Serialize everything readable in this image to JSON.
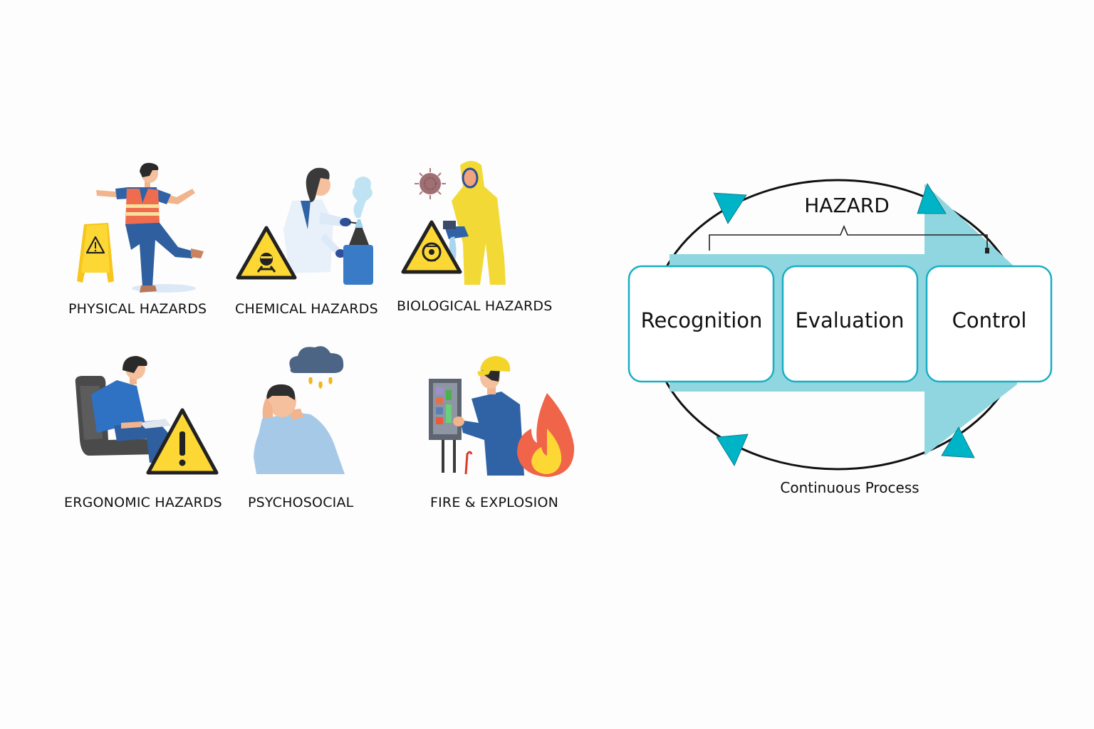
{
  "hazard_categories": [
    {
      "label": "PHYSICAL HAZARDS",
      "icon": "slipping-worker-wet-floor-sign-icon"
    },
    {
      "label": "CHEMICAL HAZARDS",
      "icon": "scientist-chemical-flask-toxic-sign-icon"
    },
    {
      "label": "BIOLOGICAL HAZARDS",
      "icon": "hazmat-suit-virus-biohazard-sign-icon"
    },
    {
      "label": "ERGONOMIC HAZARDS",
      "icon": "seated-worker-warning-sign-icon"
    },
    {
      "label": "PSYCHOSOCIAL",
      "icon": "stressed-person-raincloud-icon"
    },
    {
      "label": "FIRE & EXPLOSION",
      "icon": "electrician-panel-fire-icon"
    }
  ],
  "process_diagram": {
    "title": "HAZARD",
    "steps": [
      "Recognition",
      "Evaluation",
      "Control"
    ],
    "caption": "Continuous Process",
    "colors": {
      "accent": "#00b4c8",
      "arrow_band": "#8fd6e0",
      "box_border": "#1aaec4",
      "cycle_line": "#111111"
    }
  }
}
